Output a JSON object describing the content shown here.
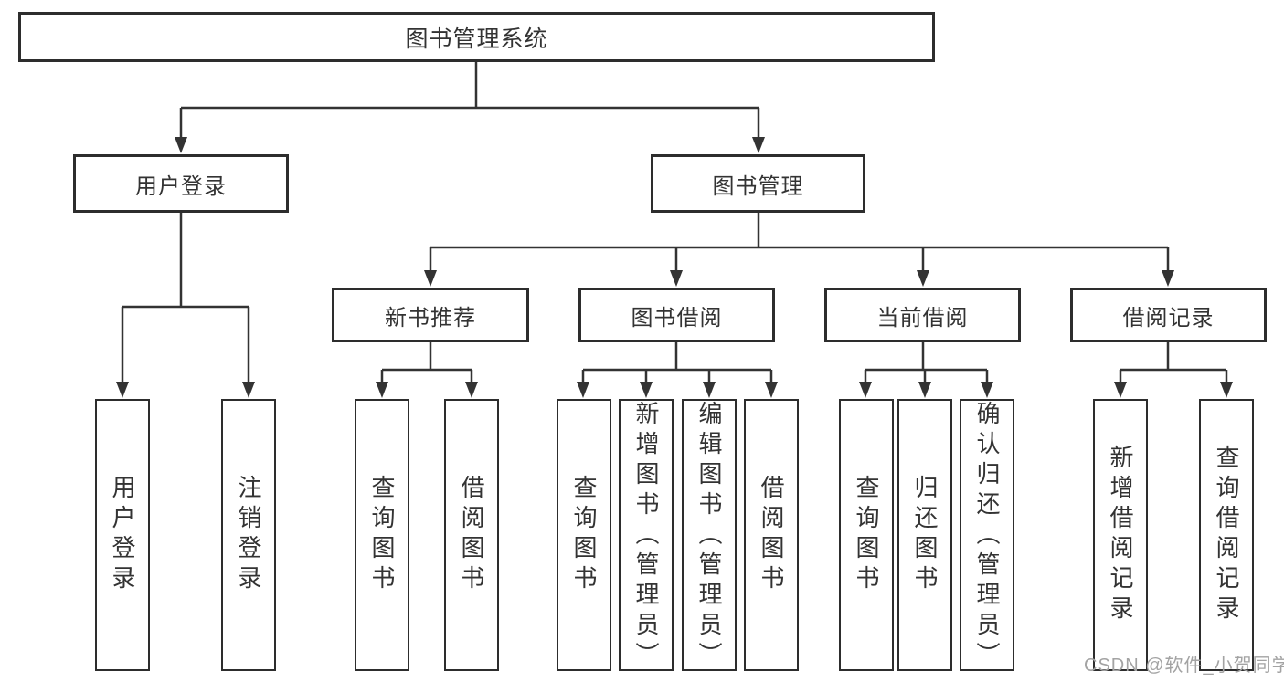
{
  "diagram": {
    "root": {
      "label": "图书管理系统"
    },
    "level2": [
      {
        "label": "用户登录"
      },
      {
        "label": "图书管理"
      }
    ],
    "level3": [
      {
        "label": "新书推荐"
      },
      {
        "label": "图书借阅"
      },
      {
        "label": "当前借阅"
      },
      {
        "label": "借阅记录"
      }
    ],
    "leaves": [
      {
        "label": "用户登录",
        "parent": "用户登录"
      },
      {
        "label": "注销登录",
        "parent": "用户登录"
      },
      {
        "label": "查询图书",
        "parent": "新书推荐"
      },
      {
        "label": "借阅图书",
        "parent": "新书推荐"
      },
      {
        "label": "查询图书",
        "parent": "图书借阅"
      },
      {
        "label": "新增图书（管理员）",
        "parent": "图书借阅"
      },
      {
        "label": "编辑图书（管理员）",
        "parent": "图书借阅"
      },
      {
        "label": "借阅图书",
        "parent": "图书借阅"
      },
      {
        "label": "查询图书",
        "parent": "当前借阅"
      },
      {
        "label": "归还图书",
        "parent": "当前借阅"
      },
      {
        "label": "确认归还（管理员）",
        "parent": "当前借阅"
      },
      {
        "label": "新增借阅记录",
        "parent": "借阅记录"
      },
      {
        "label": "查询借阅记录",
        "parent": "借阅记录"
      }
    ]
  },
  "watermark": {
    "text": "CSDN @软件_小贺同学"
  },
  "colors": {
    "line": "#333333",
    "box_border": "#2d2d2d",
    "text": "#333333",
    "watermark": "#a3a3a3",
    "background": "#ffffff"
  }
}
